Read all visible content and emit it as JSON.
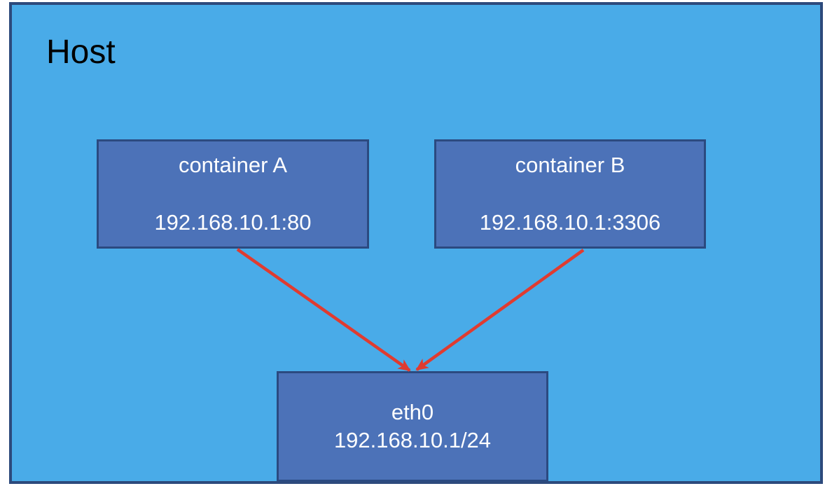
{
  "diagram": {
    "title": "Host",
    "nodes": {
      "containerA": {
        "title": "container A",
        "address": "192.168.10.1:80"
      },
      "containerB": {
        "title": "container B",
        "address": "192.168.10.1:3306"
      },
      "eth0": {
        "title": "eth0",
        "address": "192.168.10.1/24"
      }
    },
    "edges": [
      {
        "from": "containerA",
        "to": "eth0"
      },
      {
        "from": "containerB",
        "to": "eth0"
      }
    ],
    "colors": {
      "host_fill": "#49ABE8",
      "host_border": "#2D4A7C",
      "node_fill": "#4C72B8",
      "node_border": "#2B4A80",
      "node_text": "#FFFFFF",
      "host_label": "#000000",
      "arrow": "#E03B30"
    }
  }
}
